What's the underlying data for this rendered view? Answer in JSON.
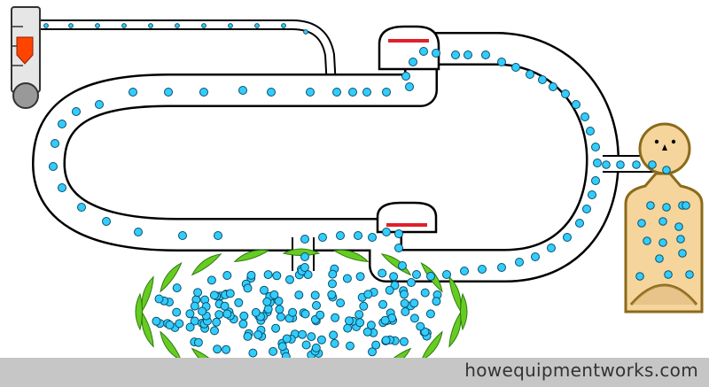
{
  "diagram": {
    "name": "rebreather breathing loop animation",
    "parts": [
      "pressure gauge",
      "breathing loop hose",
      "exhale valve",
      "inhale valve",
      "mouthpiece",
      "diver",
      "counterlung bag"
    ],
    "molecule_color": "#33ccff",
    "hose_fill": "#ffffff",
    "valve_flap_color": "#e0202a",
    "gauge_pointer_color": "#ff4400",
    "diver_skin_color": "#f5d59b",
    "diver_outline_color": "#8b6a1a",
    "bag_leaf_color": "#66cc22"
  },
  "footer": {
    "site": "howequipmentworks.com"
  }
}
